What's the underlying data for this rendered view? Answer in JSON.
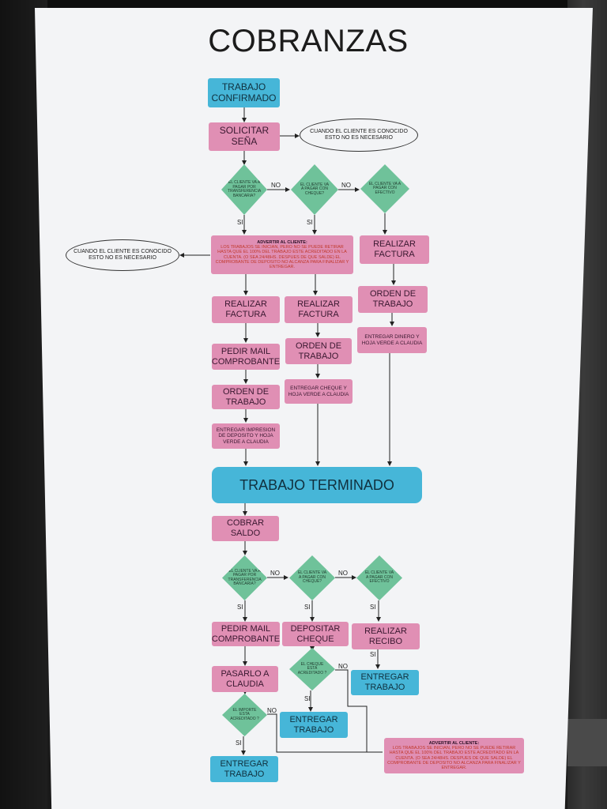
{
  "title": "COBRANZAS",
  "colors": {
    "pink": "#e08fb4",
    "blue": "#46b6d8",
    "green": "#6fc29a",
    "poster": "#f3f4f6",
    "warning_text": "#c0392b"
  },
  "nodes": {
    "trabajo_confirmado": "TRABAJO CONFIRMADO",
    "solicitar_sena": "SOLICITAR SEÑA",
    "conocido_1": "CUANDO EL CLIENTE ES CONOCIDO ESTO NO ES NECESARIO",
    "conocido_2": "CUANDO EL CLIENTE ES CONOCIDO ESTO NO ES NECESARIO",
    "d_transferencia_1": "EL CLIENTE VA A PAGAR POR TRANSFERENCIA BANCARIA?",
    "d_cheque_1": "EL CLIENTE VA A PAGAR CON CHEQUE?",
    "d_efectivo_1": "EL CLIENTE VA A PAGAR CON EFECTIVO",
    "advertir_1_title": "ADVERTIR AL CLIENTE:",
    "advertir_1_body": "LOS TRABAJOS SE INICIAN, PERO NO SE PUEDE RETIRAR HASTA QUE EL 100% DEL TRABAJO ESTE ACREDITADO EN LA CUENTA. (O SEA 24/48HS. DESPUES DE QUE SALDE) EL COMPROBANTE DE DEPOSITO NO ALCANZA PARA FINALIZAR Y ENTREGAR.",
    "realizar_factura_a": "REALIZAR FACTURA",
    "realizar_factura_b": "REALIZAR FACTURA",
    "realizar_factura_c": "REALIZAR FACTURA",
    "pedir_mail_1": "PEDIR MAIL COMPROBANTE",
    "orden_trabajo_a": "ORDEN DE TRABAJO",
    "orden_trabajo_b": "ORDEN DE TRABAJO",
    "orden_trabajo_c": "ORDEN DE TRABAJO",
    "entregar_impresion": "ENTREGAR IMPRESION DE DEPOSITO Y HOJA VERDE A CLAUDIA",
    "entregar_cheque_hoja": "ENTREGAR CHEQUE Y HOJA VERDE A CLAUDIA",
    "entregar_dinero_hoja": "ENTREGAR DINERO Y HOJA VERDE A CLAUDIA",
    "trabajo_terminado": "TRABAJO TERMINADO",
    "cobrar_saldo": "COBRAR SALDO",
    "d_transferencia_2": "EL CLIENTE VA A PAGAR POR TRANSFERENCIA BANCARIA?",
    "d_cheque_2": "EL CLIENTE VA A PAGAR CON CHEQUE?",
    "d_efectivo_2": "EL CLIENTE VA A PAGAR CON EFECTIVO",
    "pedir_mail_2": "PEDIR MAIL COMPROBANTE",
    "depositar_cheque": "DEPOSITAR CHEQUE",
    "realizar_recibo": "REALIZAR RECIBO",
    "pasarlo_claudia": "PASARLO A CLAUDIA",
    "d_cheque_acreditado": "EL CHEQUE ESTA ACREDITADO ?",
    "d_importe_acreditado": "EL IMPORTE ESTA ACREDITADO ?",
    "entregar_trabajo_a": "ENTREGAR TRABAJO",
    "entregar_trabajo_b": "ENTREGAR TRABAJO",
    "entregar_trabajo_c": "ENTREGAR TRABAJO",
    "advertir_2_title": "ADVERTIR AL CLIENTE:",
    "advertir_2_body": "LOS TRABAJOS SE INICIAN, PERO NO SE PUEDE RETIRAR HASTA QUE EL 100% DEL TRABAJO ESTE ACREDITADO EN LA CUENTA. (O SEA 24/48HS. DESPUES DE QUE SALDE) EL COMPROBANTE DE DEPOSITO NO ALCANZA PARA FINALIZAR Y ENTREGAR."
  },
  "labels": {
    "si": "SI",
    "no": "NO"
  }
}
